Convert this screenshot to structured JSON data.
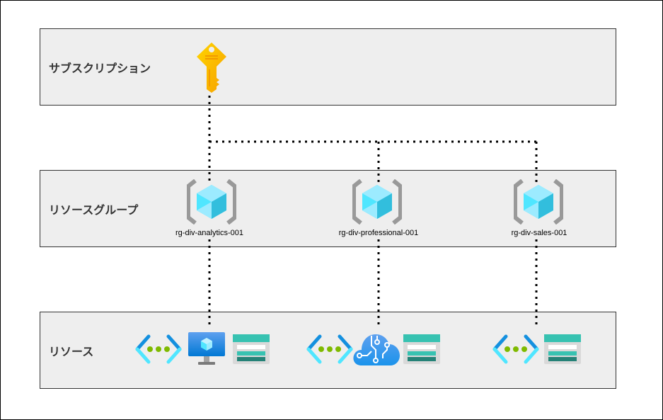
{
  "diagram": {
    "layers": [
      {
        "id": "subscription",
        "label": "サブスクリプション"
      },
      {
        "id": "resource_group",
        "label": "リソースグループ"
      },
      {
        "id": "resource",
        "label": "リソース"
      }
    ],
    "subscription": {
      "icon": "key-icon"
    },
    "resource_groups": [
      {
        "name": "rg-div-analytics-001",
        "icon": "resource-group-icon",
        "resources": [
          "virtual-network-icon",
          "virtual-machine-icon",
          "storage-account-icon"
        ]
      },
      {
        "name": "rg-div-professional-001",
        "icon": "resource-group-icon",
        "resources": [
          "virtual-network-icon",
          "cognitive-services-icon",
          "storage-account-icon"
        ]
      },
      {
        "name": "rg-div-sales-001",
        "icon": "resource-group-icon",
        "resources": [
          "virtual-network-icon",
          "storage-account-icon"
        ]
      }
    ],
    "colors": {
      "band_fill": "#eeeeee",
      "band_border": "#333333",
      "connector": "#000000",
      "key": "#ffc310",
      "cube": "#50e6ff",
      "bracket": "#999999",
      "vnet_dark": "#1490df",
      "vnet_light": "#50e6ff",
      "vnet_dots": "#7fba00",
      "storage_teal": "#37c2b1",
      "storage_dark": "#258277",
      "vm_blue": "#1b93eb"
    }
  }
}
